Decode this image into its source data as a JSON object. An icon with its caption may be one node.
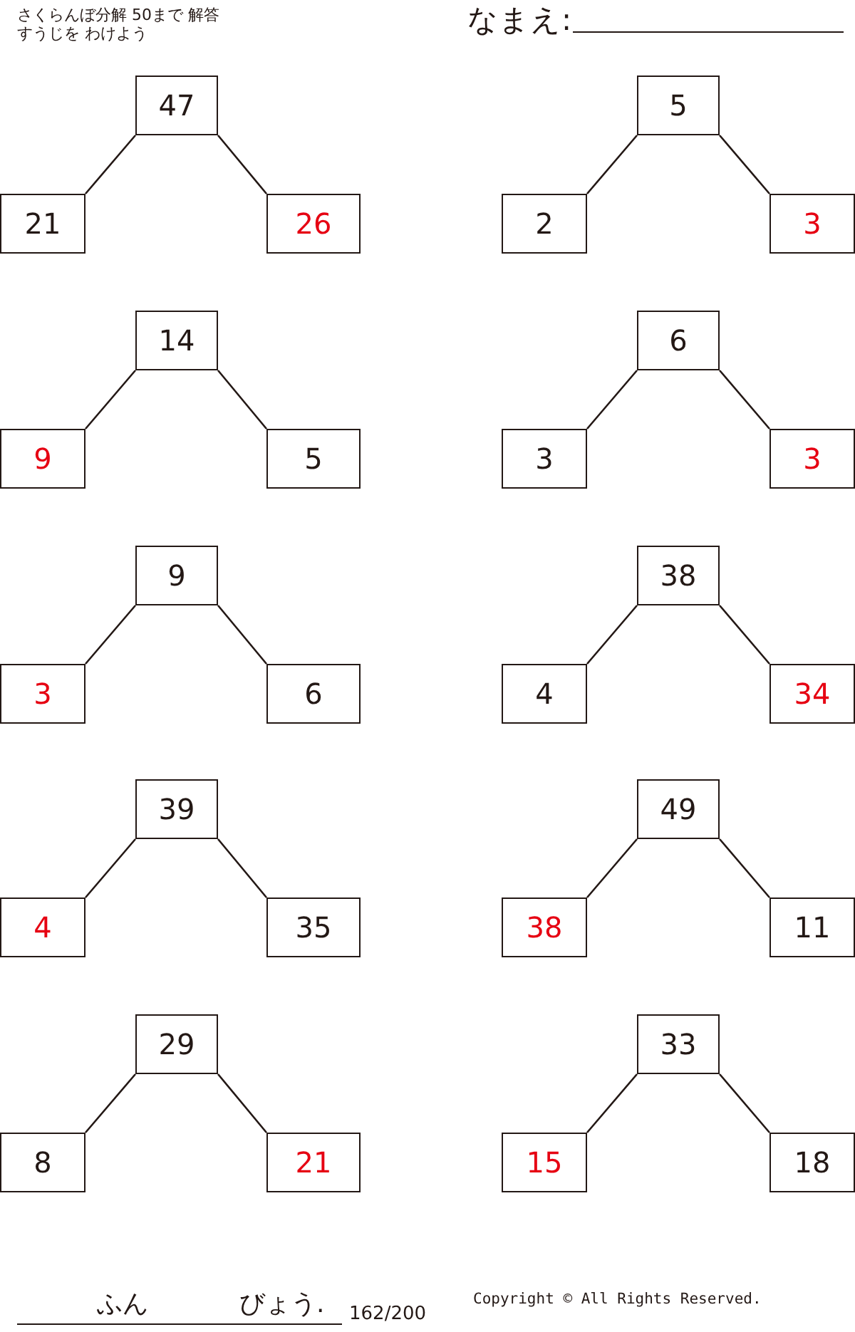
{
  "diagram": {
    "title": "さくらんぼ分解 50まで 解答",
    "nodes": [
      {
        "text": [
          "47"
        ]
      },
      {
        "text": [
          "21"
        ]
      },
      {
        "text": [
          "26"
        ]
      },
      {
        "text": [
          "5"
        ]
      },
      {
        "text": [
          "2"
        ]
      },
      {
        "text": [
          "3"
        ]
      },
      {
        "text": [
          "14"
        ]
      },
      {
        "text": [
          "9"
        ]
      },
      {
        "text": [
          "5"
        ]
      },
      {
        "text": [
          "6"
        ]
      },
      {
        "text": [
          "3"
        ]
      },
      {
        "text": [
          "3"
        ]
      },
      {
        "text": [
          "9"
        ]
      },
      {
        "text": [
          "3"
        ]
      },
      {
        "text": [
          "6"
        ]
      },
      {
        "text": [
          "38"
        ]
      },
      {
        "text": [
          "4"
        ]
      },
      {
        "text": [
          "34"
        ]
      },
      {
        "text": [
          "39"
        ]
      },
      {
        "text": [
          "4"
        ]
      },
      {
        "text": [
          "35"
        ]
      },
      {
        "text": [
          "49"
        ]
      },
      {
        "text": [
          "38"
        ]
      },
      {
        "text": [
          "11"
        ]
      },
      {
        "text": [
          "29"
        ]
      },
      {
        "text": [
          "8"
        ]
      },
      {
        "text": [
          "21"
        ]
      },
      {
        "text": [
          "33"
        ]
      },
      {
        "text": [
          "15"
        ]
      },
      {
        "text": [
          "18"
        ]
      }
    ],
    "edges": [
      {
        "from": 0,
        "to": 1,
        "arrow": "none"
      },
      {
        "from": 0,
        "to": 2,
        "arrow": "none"
      },
      {
        "from": 3,
        "to": 4,
        "arrow": "none"
      },
      {
        "from": 3,
        "to": 5,
        "arrow": "none"
      },
      {
        "from": 6,
        "to": 7,
        "arrow": "none"
      },
      {
        "from": 6,
        "to": 8,
        "arrow": "none"
      },
      {
        "from": 9,
        "to": 10,
        "arrow": "none"
      },
      {
        "from": 9,
        "to": 11,
        "arrow": "none"
      },
      {
        "from": 12,
        "to": 13,
        "arrow": "none"
      },
      {
        "from": 12,
        "to": 14,
        "arrow": "none"
      },
      {
        "from": 15,
        "to": 16,
        "arrow": "none"
      },
      {
        "from": 15,
        "to": 17,
        "arrow": "none"
      },
      {
        "from": 18,
        "to": 19,
        "arrow": "none"
      },
      {
        "from": 18,
        "to": 20,
        "arrow": "none"
      },
      {
        "from": 21,
        "to": 22,
        "arrow": "none"
      },
      {
        "from": 21,
        "to": 23,
        "arrow": "none"
      },
      {
        "from": 24,
        "to": 25,
        "arrow": "none"
      },
      {
        "from": 24,
        "to": 26,
        "arrow": "none"
      },
      {
        "from": 27,
        "to": 28,
        "arrow": "none"
      },
      {
        "from": 27,
        "to": 29,
        "arrow": "none"
      }
    ],
    "labels": [
      "すうじを わけよう",
      "なまえ:",
      "ふん",
      "びょう.",
      "162/200",
      "Copyright ©  All Rights Reserved."
    ]
  }
}
